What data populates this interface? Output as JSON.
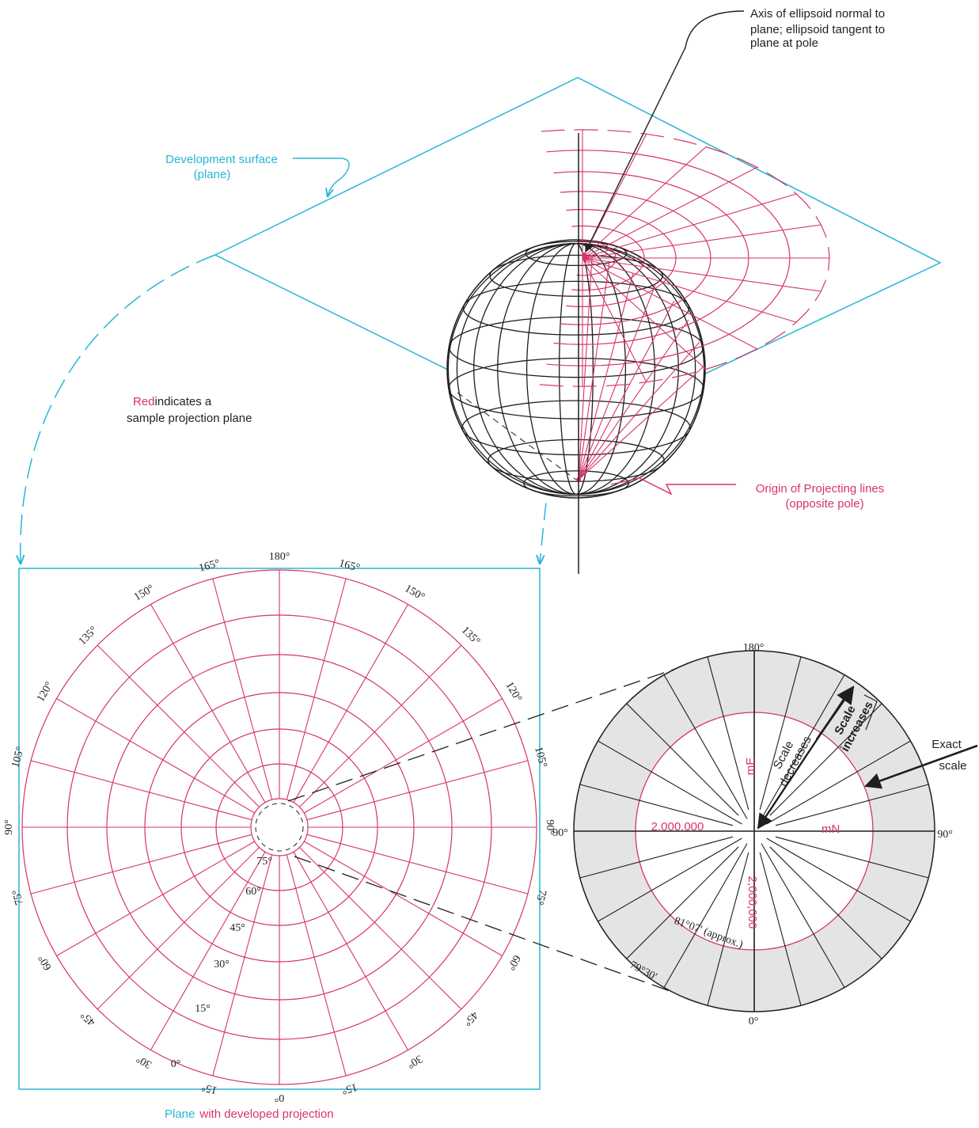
{
  "colors": {
    "projection": "#d6336c",
    "plane": "#26b6d6",
    "ink": "#1e1e1e",
    "shade": "#e4e4e4"
  },
  "labels": {
    "axis_note": [
      "Axis of ellipsoid normal to",
      "plane; ellipsoid tangent to",
      "plane at pole"
    ],
    "development_surface": [
      "Development surface",
      "(plane)"
    ],
    "red_word": "Red",
    "red_rest": "indicates a",
    "red_line2": "sample projection plane",
    "origin": [
      "Origin of Projecting lines",
      "(opposite pole)"
    ],
    "caption_plane": "Plane",
    "caption_rest": "with developed projection",
    "scale_decreases": [
      "Scale",
      "decreases"
    ],
    "scale_increases": [
      "Scale",
      "increases"
    ],
    "exact_scale": [
      "Exact",
      "scale"
    ],
    "mE": "mE",
    "mN": "mN",
    "easting_value": "2,000,000",
    "northing_value": "2,000,000",
    "lat_81": "81°07' (approx.)",
    "lat_79": "79°30'"
  },
  "left_ticks": {
    "top": "180°",
    "top_left": [
      "165°",
      "150°",
      "135°",
      "120°",
      "105°"
    ],
    "top_right": [
      "165°",
      "150°",
      "135°",
      "120°",
      "105°"
    ],
    "left": "90°",
    "right": "90°",
    "bottom_left": [
      "75°",
      "60°",
      "45°",
      "30°",
      "15°"
    ],
    "bottom_right": [
      "75°",
      "60°",
      "45°",
      "30°",
      "15°"
    ],
    "bottom": "0°",
    "bottom_zero_inner": "0°",
    "latitudes": [
      "75°",
      "60°",
      "45°",
      "30°",
      "15°",
      "0°"
    ]
  },
  "right_ticks": {
    "top": "180°",
    "bottom": "0°",
    "left": "90°",
    "right": "90°"
  }
}
